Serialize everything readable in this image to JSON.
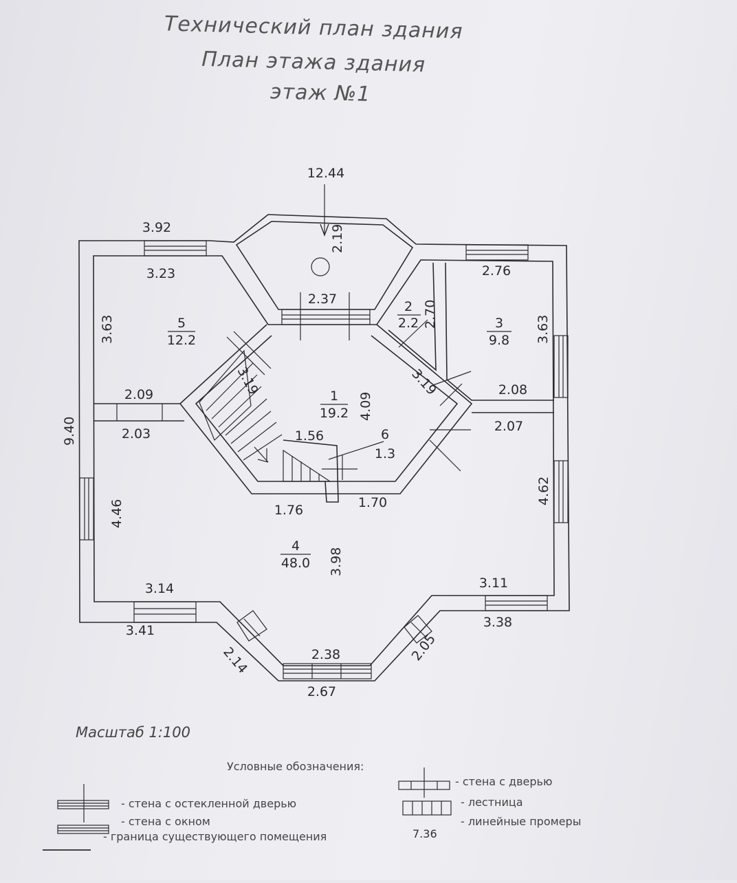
{
  "header": {
    "line1": "Технический план здания",
    "line2": "План этажа здания",
    "line3": "этаж №1"
  },
  "dimensions": {
    "d_12_44": "12.44",
    "d_2_19": "2.19",
    "d_3_92": "3.92",
    "d_3_23": "3.23",
    "d_2_76": "2.76",
    "d_2_37": "2.37",
    "d_2_70": "2.70",
    "d_3_63_left": "3.63",
    "d_3_63_right": "3.63",
    "d_3_19_left": "3.19",
    "d_3_19_right": "3.19",
    "d_2_09": "2.09",
    "d_2_03": "2.03",
    "d_2_08": "2.08",
    "d_2_07": "2.07",
    "d_4_09": "4.09",
    "d_1_56": "1.56",
    "d_9_40": "9.40",
    "d_4_46": "4.46",
    "d_4_62": "4.62",
    "d_1_76": "1.76",
    "d_1_70": "1.70",
    "d_3_98": "3.98",
    "d_3_14": "3.14",
    "d_3_11": "3.11",
    "d_3_41": "3.41",
    "d_3_38": "3.38",
    "d_2_14": "2.14",
    "d_2_05": "2.05",
    "d_2_38": "2.38",
    "d_2_67": "2.67"
  },
  "rooms": [
    {
      "number": "1",
      "area": "19.2"
    },
    {
      "number": "2",
      "area": "2.2"
    },
    {
      "number": "3",
      "area": "9.8"
    },
    {
      "number": "4",
      "area": "48.0"
    },
    {
      "number": "5",
      "area": "12.2"
    },
    {
      "number": "6",
      "area": "1.3"
    }
  ],
  "scale": "Масштаб 1:100",
  "legend": {
    "title": "Условные обозначения:",
    "glazed_door": "- стена с остекленной дверью",
    "window": "- стена с окном",
    "boundary": "- граница существующего помещения",
    "door": "- стена с дверью",
    "stairs": "- лестница",
    "linear_sample": "7.36",
    "linear": "- линейные промеры"
  }
}
